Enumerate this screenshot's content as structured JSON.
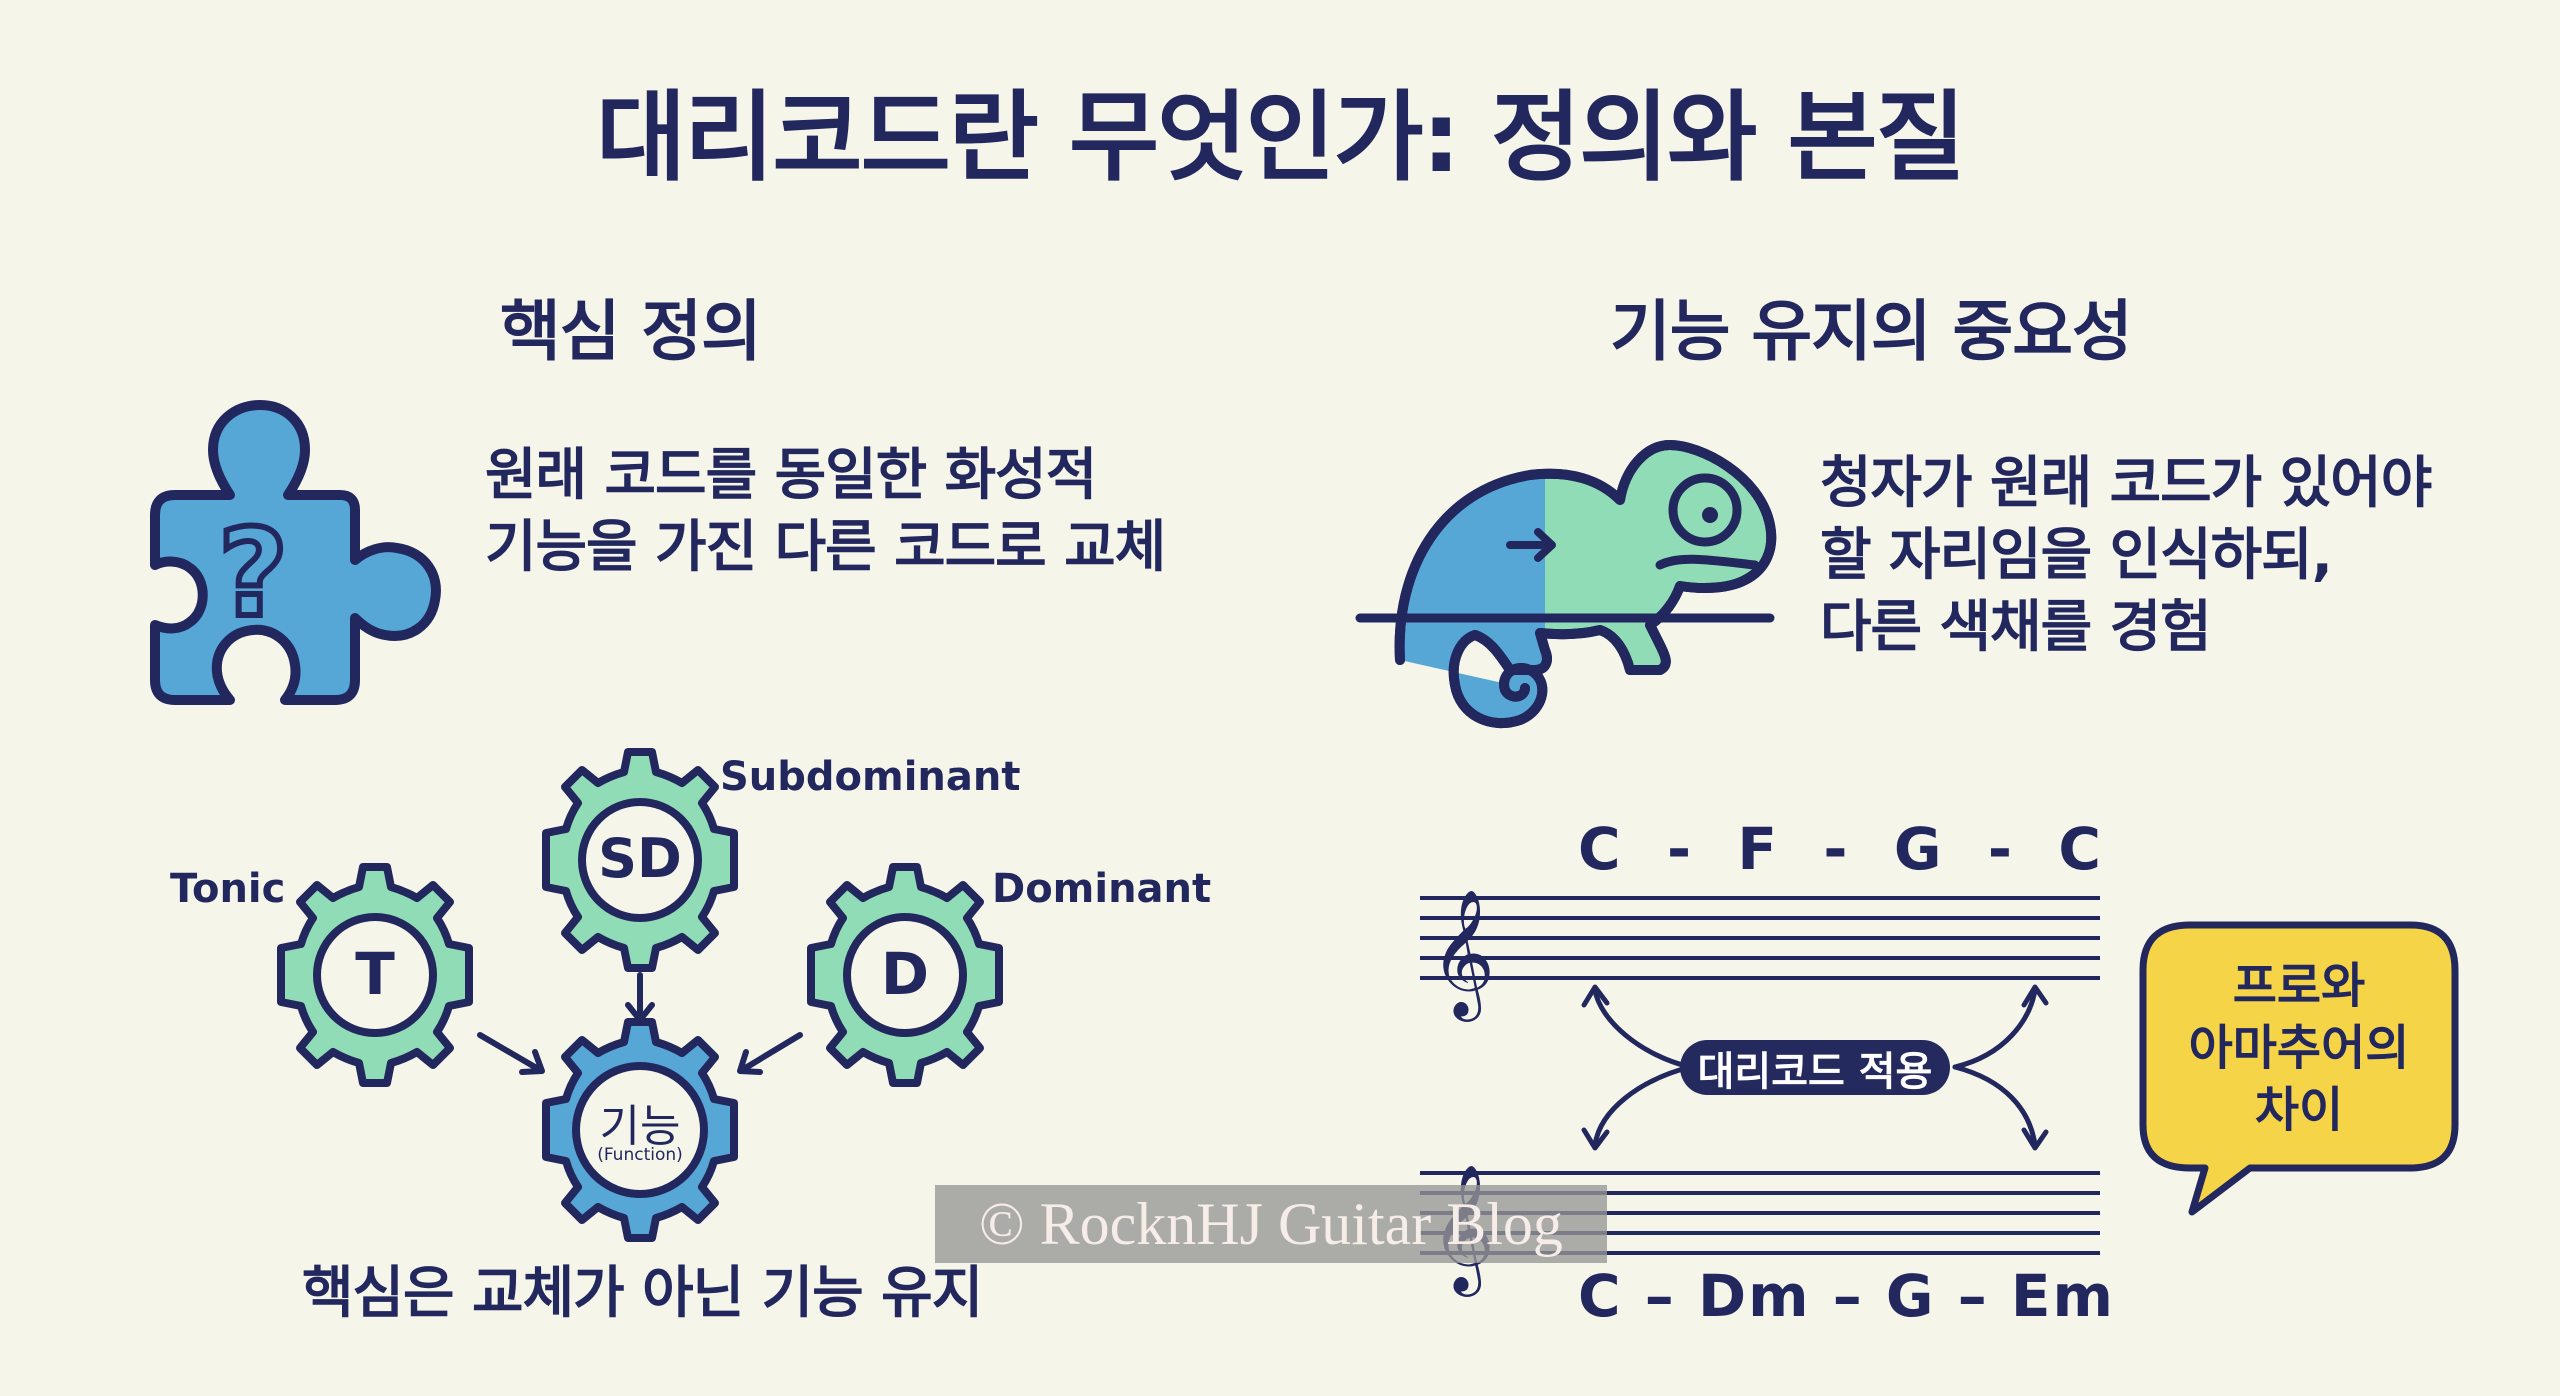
{
  "title": "대리코드란 무엇인가: 정의와 본질",
  "colors": {
    "background": "#f5f5e9",
    "navy": "#22275e",
    "blue": "#56a6d6",
    "mint": "#8fdcb6",
    "yellow": "#f5d547",
    "watermark_bg": "#969696"
  },
  "left_section": {
    "heading": "핵심 정의",
    "icon": "puzzle-question-icon",
    "definition_lines": [
      "원래 코드를 동일한 화성적",
      "기능을 가진 다른 코드로 교체"
    ],
    "gears": {
      "tonic": {
        "symbol": "T",
        "label": "Tonic"
      },
      "subdominant": {
        "symbol": "SD",
        "label": "Subdominant"
      },
      "dominant": {
        "symbol": "D",
        "label": "Dominant"
      },
      "function": {
        "symbol": "기능",
        "sub": "(Function)"
      }
    },
    "conclusion": "핵심은 교체가 아닌 기능 유지"
  },
  "right_section": {
    "heading": "기능 유지의 중요성",
    "icon": "chameleon-icon",
    "description_lines": [
      "청자가 원래 코드가 있어야",
      "할 자리임을 인식하되,",
      "다른 색채를 경험"
    ],
    "original_progression": "C  -  F  -  G  -  C",
    "substitution_label": "대리코드 적용",
    "substituted_progression": "C – Dm – G – Em",
    "bubble_lines": [
      "프로와",
      "아마추어의",
      "차이"
    ]
  },
  "watermark": "© RocknHJ Guitar Blog"
}
